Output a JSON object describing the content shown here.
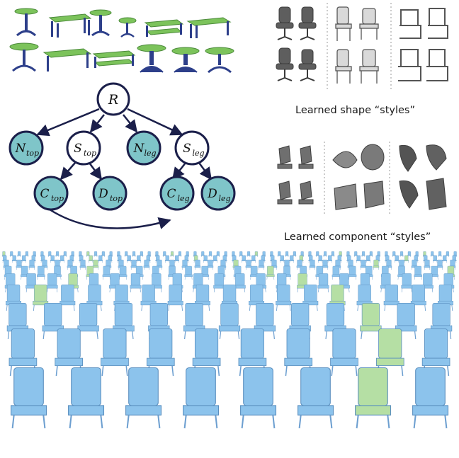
{
  "captions": {
    "shape_styles": "Learned shape “styles”",
    "component_styles": "Learned component “styles”"
  },
  "graph": {
    "nodes": [
      {
        "id": "R",
        "base": "R",
        "sub": ""
      },
      {
        "id": "N_top",
        "base": "N",
        "sub": "top"
      },
      {
        "id": "S_top",
        "base": "S",
        "sub": "top"
      },
      {
        "id": "N_leg",
        "base": "N",
        "sub": "leg"
      },
      {
        "id": "S_leg",
        "base": "S",
        "sub": "leg"
      },
      {
        "id": "C_top",
        "base": "C",
        "sub": "top"
      },
      {
        "id": "D_top",
        "base": "D",
        "sub": "top"
      },
      {
        "id": "C_leg",
        "base": "C",
        "sub": "leg"
      },
      {
        "id": "D_leg",
        "base": "D",
        "sub": "leg"
      }
    ]
  },
  "colors": {
    "table_top": "#7cc35b",
    "table_leg": "#2d3f8a",
    "node_fill_observed": "#7fc5c9",
    "node_fill_latent": "#ffffff",
    "node_stroke": "#1b1f4a",
    "chair_blue": "#8cc3ec",
    "chair_green": "#b5dfa4",
    "chair_gray": "#6f6f6f"
  }
}
